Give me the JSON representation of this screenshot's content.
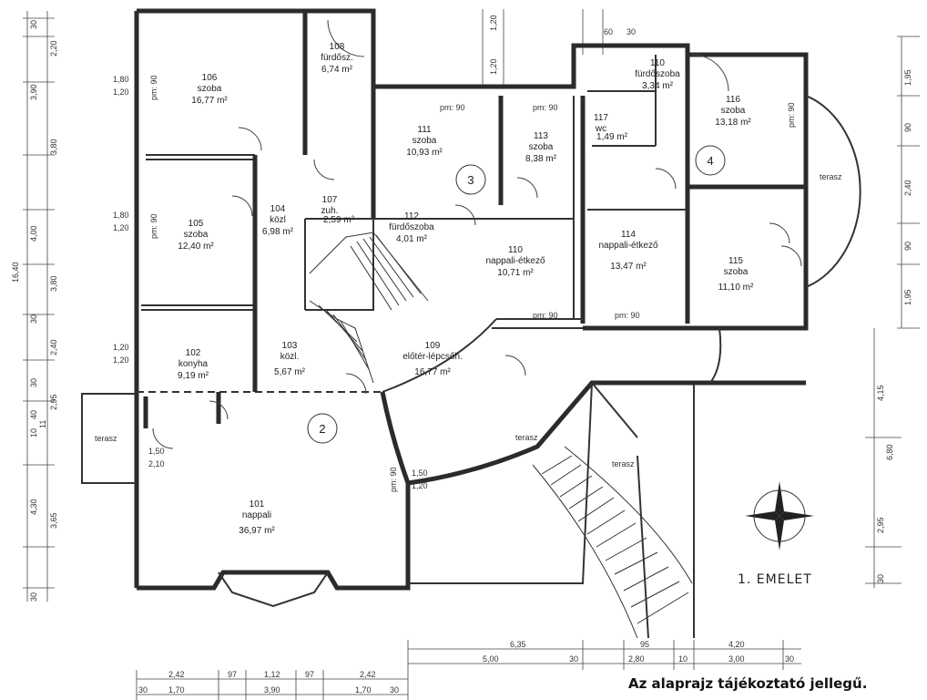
{
  "floor_title": "1. EMELET",
  "disclaimer": "Az alaprajz tájékoztató jellegű.",
  "unit_markers": [
    "2",
    "3",
    "4"
  ],
  "rooms": [
    {
      "num": "106",
      "name": "szoba",
      "area": "16,77 m²"
    },
    {
      "num": "108",
      "name": "fürdősz.",
      "area": "6,74 m²"
    },
    {
      "num": "111",
      "name": "szoba",
      "area": "10,93 m²"
    },
    {
      "num": "113",
      "name": "szoba",
      "area": "8,38 m²"
    },
    {
      "num": "110",
      "name": "fürdőszoba",
      "area": "3,34 m²"
    },
    {
      "num": "117",
      "name": "wc",
      "area": "1,49 m²"
    },
    {
      "num": "116",
      "name": "szoba",
      "area": "13,18 m²"
    },
    {
      "num": "107",
      "name": "zuh.",
      "area": "2,59 m²"
    },
    {
      "num": "104",
      "name": "közl",
      "area": "6,98 m²"
    },
    {
      "num": "105",
      "name": "szoba",
      "area": "12,40 m²"
    },
    {
      "num": "112",
      "name": "fürdőszoba",
      "area": "4,01 m²"
    },
    {
      "num": "110",
      "name": "nappali-étkező",
      "area": "10,71 m²"
    },
    {
      "num": "114",
      "name": "nappali-étkező",
      "area": "13,47 m²"
    },
    {
      "num": "115",
      "name": "szoba",
      "area": "11,10 m²"
    },
    {
      "num": "102",
      "name": "konyha",
      "area": "9,19 m²"
    },
    {
      "num": "103",
      "name": "közl.",
      "area": "5,67 m²"
    },
    {
      "num": "109",
      "name": "előtér-lépcsőh.",
      "area": "16,77 m²"
    },
    {
      "num": "101",
      "name": "nappali",
      "area": "36,97 m²"
    }
  ],
  "terraces": [
    "terasz",
    "terasz",
    "terasz",
    "terasz"
  ],
  "dimensions": {
    "left_outer": [
      "30",
      "2,20",
      "3,90",
      "3,80",
      "4,00",
      "3,80",
      "30",
      "2,40",
      "2,95",
      "4,30",
      "3,65",
      "30"
    ],
    "left_total": "16,40",
    "left_inner": [
      "40",
      "10",
      "11",
      "30"
    ],
    "bottom_row1": [
      "2,42",
      "97",
      "1,12",
      "97",
      "2,42"
    ],
    "bottom_row2": [
      "30",
      "1,70",
      "3,90",
      "1,70",
      "30"
    ],
    "bottom_right_row1": [
      "6,35",
      "95",
      "4,20"
    ],
    "bottom_right_row2": [
      "5,00",
      "30",
      "2,80",
      "10",
      "3,00",
      "30"
    ],
    "right_outer": [
      "1,95",
      "90",
      "2,40",
      "90",
      "1,95"
    ],
    "right_lower": [
      "4,15",
      "6,80",
      "2,95",
      "30"
    ],
    "top": [
      "60",
      "30",
      "1,20",
      "1,20"
    ],
    "openings": [
      "pm: 90",
      "pm: 90",
      "pm: 90",
      "pm: 90",
      "pm: 90",
      "pm: 90",
      "pm: 90",
      "pm: 90"
    ],
    "window_labels": [
      "1,80",
      "1,20",
      "1,80",
      "1,20",
      "1,20",
      "1,20",
      "1,50",
      "2,10",
      "1,50",
      "1,20"
    ]
  }
}
